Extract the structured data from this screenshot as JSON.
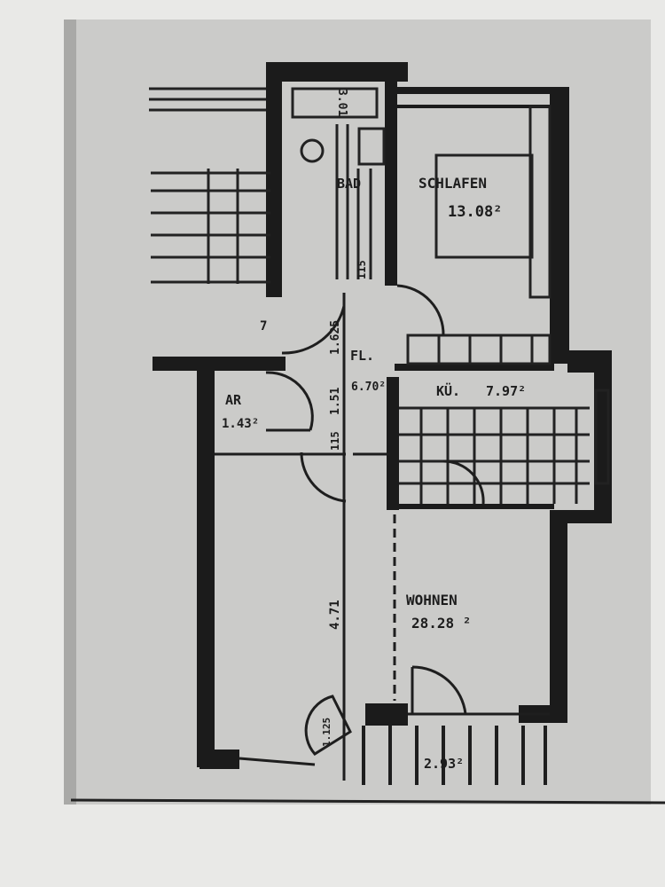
{
  "rooms": {
    "bath": {
      "name": "BAD"
    },
    "bedroom": {
      "name": "SCHLAFEN",
      "area": "13.08²"
    },
    "hall": {
      "name": "FL.",
      "area": "6.70²"
    },
    "kitchen": {
      "name": "KÜ.",
      "area": "7.97²"
    },
    "storage": {
      "name": "AR",
      "area": "1.43²"
    },
    "living": {
      "name": "WOHNEN",
      "area": "28.28 ²"
    },
    "balcony": {
      "area": "2.93²"
    }
  },
  "dimensions": {
    "top": "3.01",
    "stair_step": "7",
    "hall_upper": "1.625",
    "hall_mid": "1.51",
    "door_a": "115",
    "door_b": "115",
    "living_length": "4.71",
    "entry": "1.125"
  }
}
